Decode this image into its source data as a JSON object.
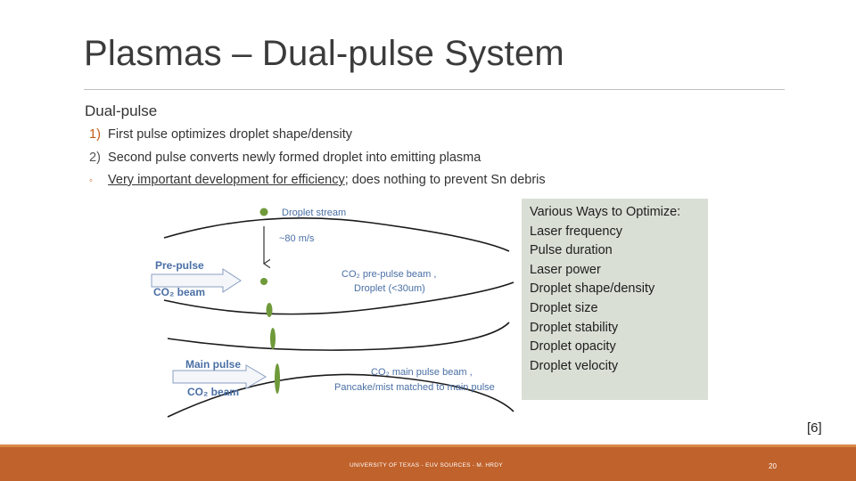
{
  "slide": {
    "title": "Plasmas – Dual-pulse System",
    "subheading": "Dual-pulse",
    "list": [
      {
        "marker": "1)",
        "text": "First pulse optimizes droplet shape/density"
      },
      {
        "marker": "2)",
        "text": "Second pulse converts newly formed droplet into emitting plasma"
      }
    ],
    "bullet": {
      "marker": "◦",
      "underlined": "Very important development for efficiency",
      "rest": "; does nothing to prevent Sn debris"
    },
    "reference": "[6]",
    "footer": "UNIVERSITY OF TEXAS - EUV SOURCES - M. HRDY",
    "page_number": "20"
  },
  "diagram": {
    "droplet_stream": "Droplet stream",
    "speed": "~80 m/s",
    "pre_pulse": "Pre-pulse",
    "co2_beam_1": "CO₂ beam",
    "pre_pulse_beam_line1": "CO₂ pre-pulse beam ,",
    "pre_pulse_beam_line2": "Droplet (<30um)",
    "main_pulse": "Main pulse",
    "co2_beam_2": "CO₂ beam",
    "main_beam_line1": "CO₂ main pulse beam ,",
    "main_beam_line2": "Pancake/mist matched to main pulse"
  },
  "optimize_panel": {
    "heading": "Various Ways to Optimize:",
    "items": [
      "Laser frequency",
      "Pulse duration",
      "Laser power",
      "Droplet shape/density",
      "Droplet size",
      "Droplet stability",
      "Droplet opacity",
      "Droplet velocity"
    ]
  },
  "colors": {
    "accent": "#c55a11",
    "footer": "#c0622b",
    "panel": "#d9dfd5",
    "diagram_label": "#4a6fa5",
    "droplet": "#6f9a3a"
  }
}
